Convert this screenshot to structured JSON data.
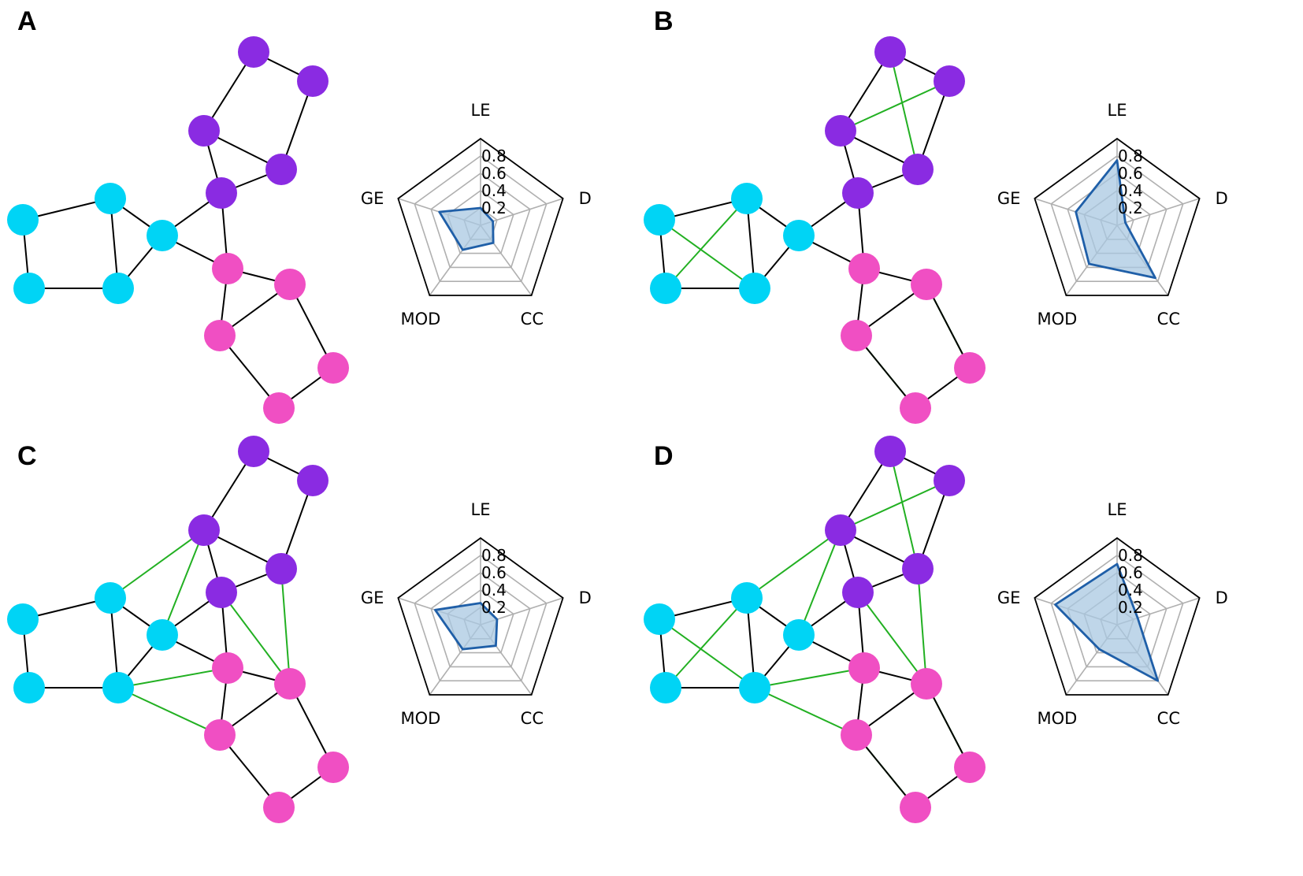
{
  "colors": {
    "cyan_node": "#00d4f5",
    "purple_node": "#8a2be2",
    "pink_node": "#f04fc3",
    "base_edge": "#000000",
    "added_edge": "#22b022",
    "radar_line": "#1f5fa8",
    "radar_fill": "#a9c8e2",
    "radar_grid": "#b0b0b0",
    "radar_frame": "#000000"
  },
  "radar": {
    "axes": [
      "LE",
      "D",
      "CC",
      "MOD",
      "GE"
    ],
    "ticks": [
      "0.2",
      "0.4",
      "0.6",
      "0.8"
    ],
    "max": 1.0
  },
  "graph": {
    "nodes": [
      {
        "id": 0,
        "group": "cyan"
      },
      {
        "id": 1,
        "group": "cyan"
      },
      {
        "id": 2,
        "group": "cyan"
      },
      {
        "id": 3,
        "group": "cyan"
      },
      {
        "id": 4,
        "group": "cyan"
      },
      {
        "id": 5,
        "group": "purple"
      },
      {
        "id": 6,
        "group": "purple"
      },
      {
        "id": 7,
        "group": "purple"
      },
      {
        "id": 8,
        "group": "purple"
      },
      {
        "id": 9,
        "group": "purple"
      },
      {
        "id": 10,
        "group": "pink"
      },
      {
        "id": 11,
        "group": "pink"
      },
      {
        "id": 12,
        "group": "pink"
      },
      {
        "id": 13,
        "group": "pink"
      },
      {
        "id": 14,
        "group": "pink"
      }
    ],
    "base_edges": [
      [
        0,
        1
      ],
      [
        0,
        2
      ],
      [
        1,
        3
      ],
      [
        2,
        3
      ],
      [
        3,
        4
      ],
      [
        1,
        4
      ],
      [
        4,
        9
      ],
      [
        4,
        10
      ],
      [
        5,
        6
      ],
      [
        5,
        7
      ],
      [
        6,
        8
      ],
      [
        7,
        8
      ],
      [
        8,
        9
      ],
      [
        7,
        9
      ],
      [
        9,
        10
      ],
      [
        10,
        11
      ],
      [
        10,
        12
      ],
      [
        11,
        12
      ],
      [
        12,
        14
      ],
      [
        13,
        14
      ],
      [
        11,
        13
      ]
    ]
  },
  "chart_data": [
    {
      "panel": "A",
      "type": "radar",
      "categories": [
        "LE",
        "D",
        "CC",
        "MOD",
        "GE"
      ],
      "values": [
        0.2,
        0.15,
        0.25,
        0.35,
        0.5
      ],
      "rmax": 1.0,
      "added_edges": []
    },
    {
      "panel": "B",
      "type": "radar",
      "categories": [
        "LE",
        "D",
        "CC",
        "MOD",
        "GE"
      ],
      "values": [
        0.75,
        0.1,
        0.75,
        0.55,
        0.5
      ],
      "rmax": 1.0,
      "added_edges": [
        [
          0,
          3
        ],
        [
          1,
          2
        ],
        [
          6,
          7
        ],
        [
          5,
          8
        ],
        [
          11,
          13
        ],
        [
          12,
          14
        ]
      ]
    },
    {
      "panel": "C",
      "type": "radar",
      "categories": [
        "LE",
        "D",
        "CC",
        "MOD",
        "GE"
      ],
      "values": [
        0.25,
        0.2,
        0.3,
        0.35,
        0.55
      ],
      "rmax": 1.0,
      "added_edges": [
        [
          1,
          7
        ],
        [
          4,
          7
        ],
        [
          9,
          11
        ],
        [
          3,
          10
        ],
        [
          3,
          12
        ],
        [
          8,
          11
        ]
      ]
    },
    {
      "panel": "D",
      "type": "radar",
      "categories": [
        "LE",
        "D",
        "CC",
        "MOD",
        "GE"
      ],
      "values": [
        0.7,
        0.25,
        0.8,
        0.35,
        0.75
      ],
      "rmax": 1.0,
      "added_edges": [
        [
          0,
          3
        ],
        [
          1,
          2
        ],
        [
          6,
          7
        ],
        [
          5,
          8
        ],
        [
          11,
          13
        ],
        [
          12,
          14
        ],
        [
          1,
          7
        ],
        [
          4,
          7
        ],
        [
          9,
          11
        ],
        [
          3,
          10
        ],
        [
          3,
          12
        ],
        [
          8,
          11
        ]
      ]
    }
  ]
}
